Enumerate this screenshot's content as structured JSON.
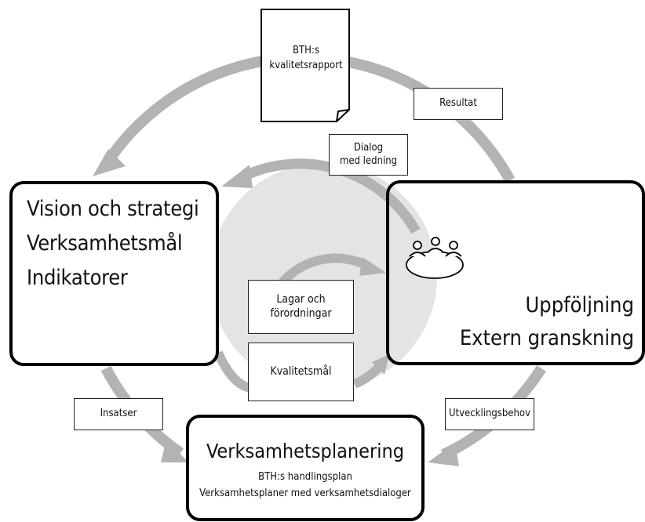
{
  "document": {
    "line1": "BTH:s",
    "line2": "kvalitetsrapport"
  },
  "labels": {
    "resultat": "Resultat",
    "dialog_line1": "Dialog",
    "dialog_line2": "med ledning",
    "lagar_line1": "Lagar och",
    "lagar_line2": "förordningar",
    "kvalitetsmal": "Kvalitetsmål",
    "insatser": "Insatser",
    "utvecklingsbehov": "Utvecklingsbehov"
  },
  "vision_box": {
    "line1": "Vision och strategi",
    "line2": "Verksamhetsmål",
    "line3": "Indikatorer"
  },
  "uppfoljning_box": {
    "line1": "Uppföljning",
    "line2": "Extern granskning"
  },
  "planering_box": {
    "title": "Verksamhetsplanering",
    "sub1": "BTH:s handlingsplan",
    "sub2": "Verksamhetsplaner med verksamhetsdialoger"
  },
  "colors": {
    "arrow": "#b3b3b3",
    "inner_circle": "#e4e4e4",
    "border": "#000000"
  },
  "icons": [
    "meeting-table-icon",
    "document-icon"
  ]
}
